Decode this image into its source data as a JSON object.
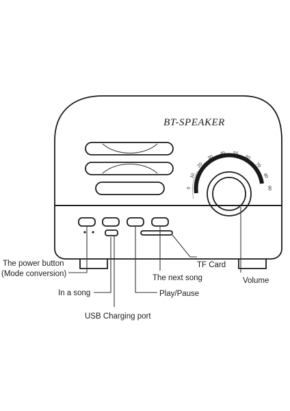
{
  "brand_text": "BT-SPEAKER",
  "volume_scale": [
    "0",
    "10",
    "20",
    "30",
    "40",
    "50",
    "60",
    "70",
    "80",
    "90"
  ],
  "labels": {
    "power_button_line1": "The power button",
    "power_button_line2": "(Mode conversion)",
    "in_a_song": "In a song",
    "usb_charging_port": "USB Charging port",
    "tf_card": "TF Card",
    "next_song": "The next song",
    "play_pause": "Play/Pause",
    "volume": "Volume"
  }
}
